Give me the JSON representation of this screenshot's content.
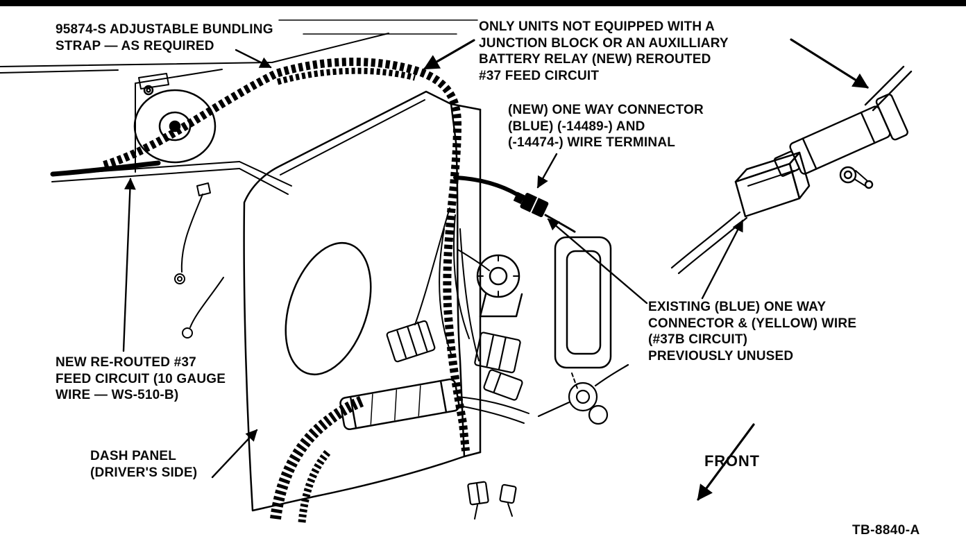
{
  "figure": {
    "reference": "TB-8840-A"
  },
  "labels": {
    "bundling_strap": "95874-S ADJUSTABLE BUNDLING\nSTRAP — AS REQUIRED",
    "reroute_note": "ONLY UNITS NOT EQUIPPED WITH A\nJUNCTION BLOCK OR AN AUXILLIARY\nBATTERY RELAY (NEW) REROUTED\n#37 FEED CIRCUIT",
    "new_one_way_connector": "(NEW) ONE WAY CONNECTOR\n(BLUE) (-14489-) AND\n(-14474-) WIRE TERMINAL",
    "existing_connector": "EXISTING (BLUE) ONE WAY\nCONNECTOR & (YELLOW) WIRE\n(#37B CIRCUIT)\nPREVIOUSLY UNUSED",
    "new_feed_circuit": "NEW RE-ROUTED #37\nFEED CIRCUIT (10 GAUGE\nWIRE — WS-510-B)",
    "dash_panel": "DASH PANEL\n(DRIVER'S SIDE)",
    "front": "FRONT"
  },
  "colors": {
    "ink": "#000000",
    "paper": "#ffffff"
  }
}
